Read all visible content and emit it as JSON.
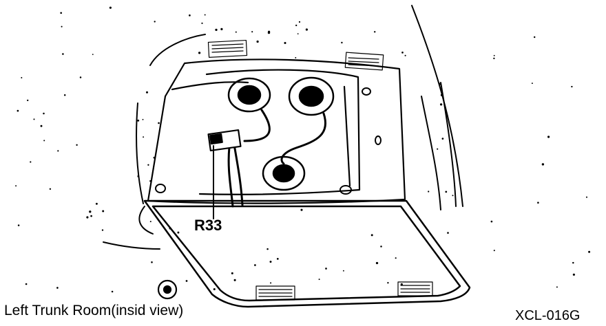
{
  "figure": {
    "callout_label": "R33",
    "caption": "Left Trunk Room(insid view)",
    "reference_code": "XCL-016G"
  },
  "style": {
    "ink_color": "#000000",
    "paper_color": "#ffffff"
  }
}
